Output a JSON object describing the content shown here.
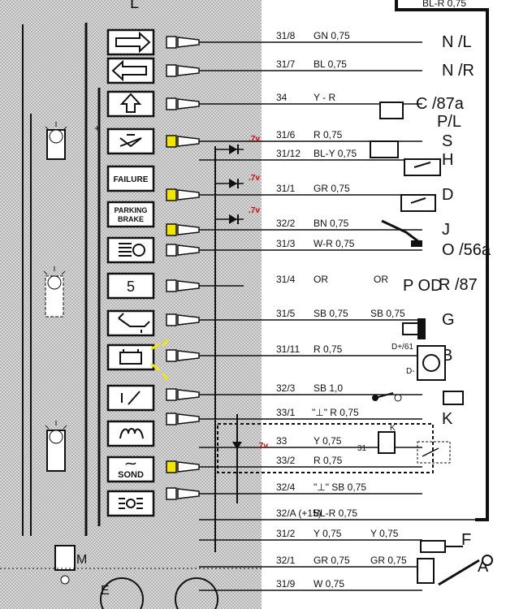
{
  "header": {
    "left_letter": "L",
    "top_wire": "BL-R 0,75"
  },
  "rows": [
    {
      "pin": "31/8",
      "wire": "GN 0,75",
      "dest": "N /L"
    },
    {
      "pin": "31/7",
      "wire": "BL 0,75",
      "dest": "N /R"
    },
    {
      "pin": "34",
      "wire": "Y - R",
      "dest": "C /87a",
      "dest2": "P/L"
    },
    {
      "pin": "31/6",
      "wire": "R 0,75",
      "dest": "S"
    },
    {
      "pin": "31/12",
      "wire": "BL-Y 0,75",
      "dest": "H"
    },
    {
      "pin": "31/1",
      "wire": "GR 0,75",
      "dest": "D"
    },
    {
      "pin": "32/2",
      "wire": "BN 0,75",
      "dest": "J"
    },
    {
      "pin": "31/3",
      "wire": "W-R 0,75",
      "dest": "O /56a"
    },
    {
      "pin": "31/4",
      "wire": "OR",
      "wire2": "OR",
      "dest": "P  OD",
      "dest2": "R /87"
    },
    {
      "pin": "31/5",
      "wire": "SB 0,75",
      "wire2": "SB 0,75",
      "dest": "G"
    },
    {
      "pin": "31/11",
      "wire": "R 0,75",
      "dest": "B",
      "terminal1": "D+/61",
      "terminal2": "D-"
    },
    {
      "pin": "32/3",
      "wire": "SB 1,0",
      "dest": ""
    },
    {
      "pin": "33/1",
      "wire": "\"⊥\"   R 0,75",
      "dest": "K",
      "term_k": "K"
    },
    {
      "pin": "33",
      "wire": "Y 0,75",
      "tag": "31"
    },
    {
      "pin": "33/2",
      "wire": "R 0,75"
    },
    {
      "pin": "32/4",
      "wire": "\"⊥\"       SB 0,75"
    },
    {
      "pin": "32/A (+15)",
      "wire": "BL-R  0,75"
    },
    {
      "pin": "31/2",
      "wire": "Y 0,75",
      "wire2": "Y 0,75",
      "dest": "F"
    },
    {
      "pin": "32/1",
      "wire": "GR 0,75",
      "wire2": "GR 0,75",
      "dest": "A"
    },
    {
      "pin": "31/9",
      "wire": "W 0,75",
      "dest": ""
    }
  ],
  "indicators": {
    "failure": "FAILURE",
    "parking_line1": "PARKING",
    "parking_line2": "BRAKE",
    "five": "5",
    "sond": "SOND"
  },
  "voltage_label": ".7v",
  "left_labels": {
    "M": "M",
    "E": "E",
    "plus": "+"
  },
  "colors": {
    "panel": "#cfcfcf",
    "wire": "#111111",
    "bulb_highlight": "#f2e600",
    "voltage": "#d40000"
  }
}
